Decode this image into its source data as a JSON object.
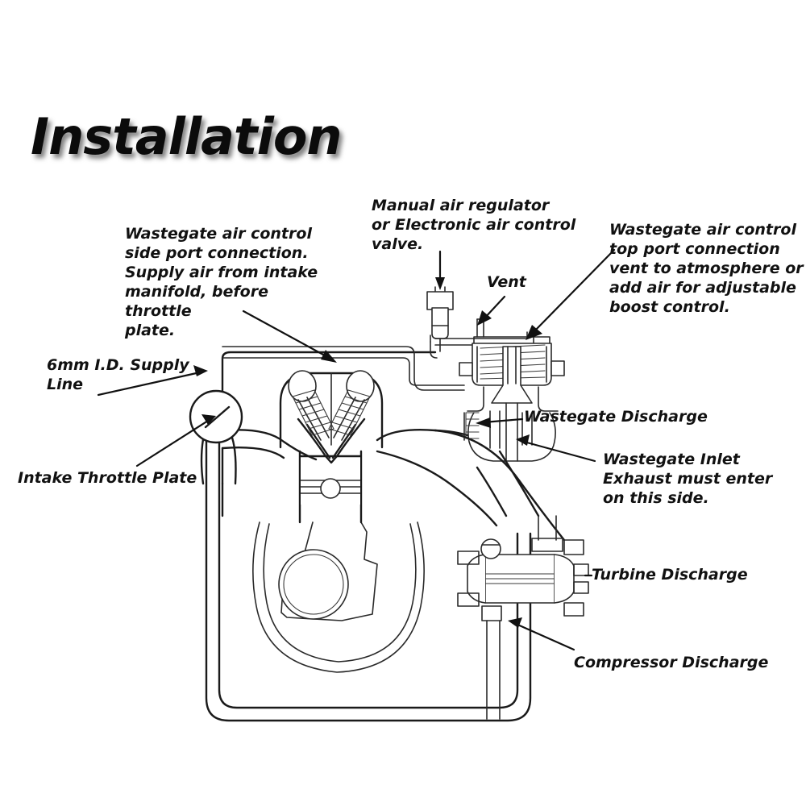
{
  "page": {
    "title": "Installation",
    "background_color": "#ffffff",
    "ink_color": "#1a1a1a",
    "diagram_subject": "Turbocharger wastegate installation cutaway diagram"
  },
  "labels": {
    "wastegate_side_port": "Wastegate air control\nside port connection.\nSupply air from intake\nmanifold, before throttle\nplate.",
    "regulator_valve": "Manual air regulator\nor Electronic air control\nvalve.",
    "vent": "Vent",
    "wastegate_top_port": "Wastegate air control\ntop port connection\nvent to atmosphere or\nadd air for adjustable\nboost control.",
    "supply_line": "6mm I.D. Supply\nLine",
    "intake_throttle_plate": "Intake Throttle Plate",
    "wastegate_discharge": "Wastegate Discharge",
    "wastegate_inlet": "Wastegate Inlet\nExhaust must enter\non this side.",
    "turbine_discharge": "Turbine Discharge",
    "compressor_discharge": "Compressor Discharge"
  },
  "parts": [
    {
      "name": "wastegate-actuator",
      "description": "Spring loaded diaphragm wastegate actuator housing"
    },
    {
      "name": "wastegate-valve-body",
      "description": "Wastegate valve body with inlet and discharge ports"
    },
    {
      "name": "air-regulator-valve",
      "description": "Manual or electronic air control regulator valve"
    },
    {
      "name": "vent-nipple",
      "description": "Small vent nipple on the air supply line"
    },
    {
      "name": "engine-cylinder",
      "description": "Engine cylinder cutaway with piston and valves"
    },
    {
      "name": "intake-valve",
      "description": "Intake poppet valve with coil spring"
    },
    {
      "name": "exhaust-valve",
      "description": "Exhaust poppet valve with coil spring"
    },
    {
      "name": "piston",
      "description": "Piston with rings and wrist pin"
    },
    {
      "name": "connecting-rod",
      "description": "Connecting rod to crankshaft"
    },
    {
      "name": "crankshaft",
      "description": "Crankshaft journal circle"
    },
    {
      "name": "throttle-body",
      "description": "Round intake throttle body housing the throttle plate"
    },
    {
      "name": "turbocharger",
      "description": "Turbocharger cross section with turbine and compressor housings"
    },
    {
      "name": "supply-line-tube",
      "description": "6mm inner diameter air supply tubing"
    }
  ]
}
